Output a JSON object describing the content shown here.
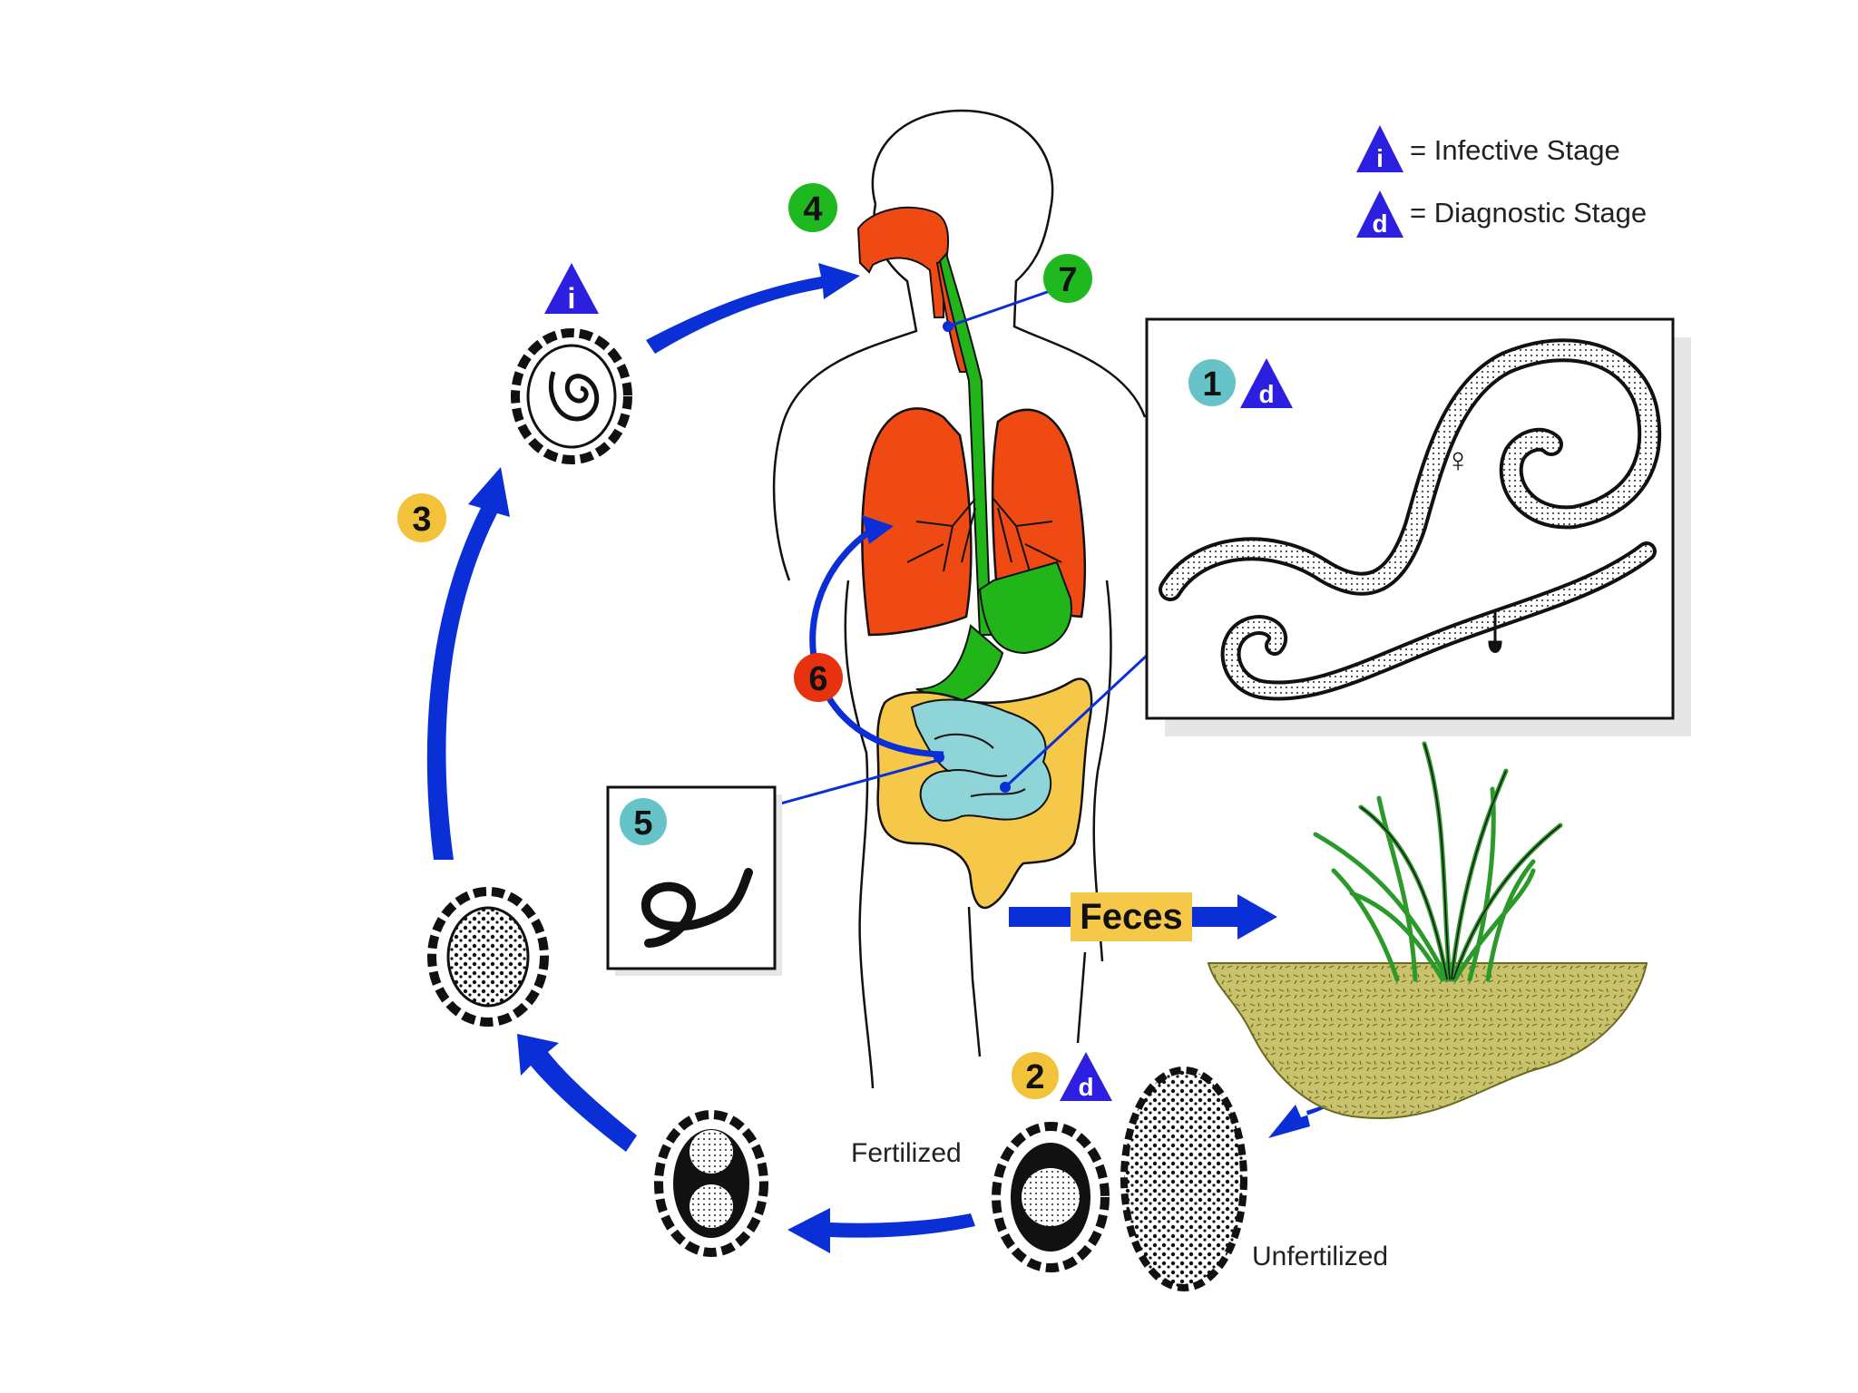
{
  "legend": {
    "infective": {
      "symbol": "i",
      "text": "= Infective Stage"
    },
    "diagnostic": {
      "symbol": "d",
      "text": "= Diagnostic Stage"
    }
  },
  "stages": {
    "s1": "1",
    "s2": "2",
    "s3": "3",
    "s4": "4",
    "s5": "5",
    "s6": "6",
    "s7": "7"
  },
  "markers": {
    "infective": "i",
    "diagnostic": "d"
  },
  "labels": {
    "feces": "Feces",
    "fertilized": "Fertilized",
    "unfertilized": "Unfertilized",
    "female_symbol": "♀"
  },
  "colors": {
    "arrow": "#0a2fd6",
    "marker_triangle": "#2d1fe0",
    "stage_green": "#1fb81f",
    "stage_yellow": "#f2c23a",
    "stage_teal": "#66c4c8",
    "stage_red": "#e8320f",
    "lung": "#f04a14",
    "gi_green": "#22b51a",
    "large_intestine": "#f6c84a",
    "small_intestine": "#8fd4d6",
    "soil": "#c7c06a",
    "grass": "#2c9a2a"
  }
}
